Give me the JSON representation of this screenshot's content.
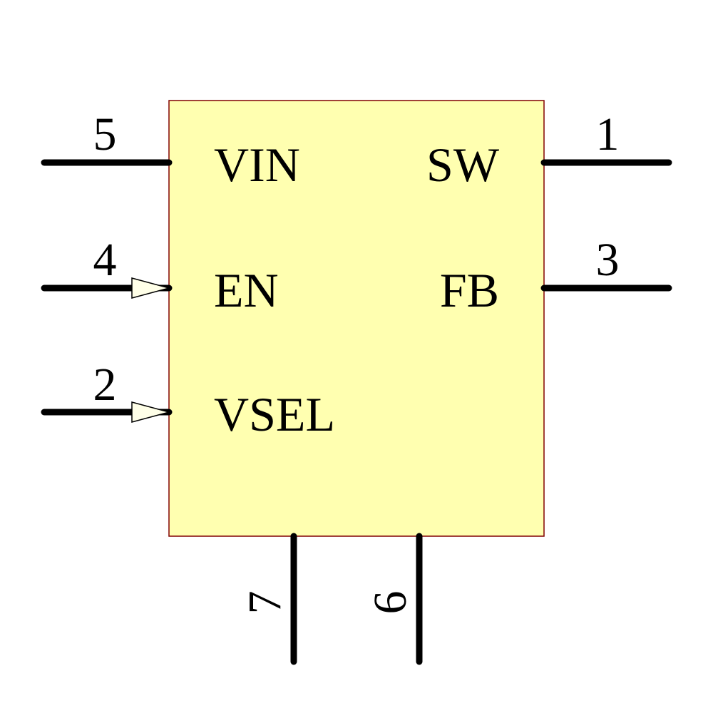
{
  "component": {
    "body_fill": "#ffffb0",
    "body_stroke": "#800000",
    "pins": [
      {
        "number": "5",
        "name": "VIN",
        "side": "left",
        "type": "passive"
      },
      {
        "number": "4",
        "name": "EN",
        "side": "left",
        "type": "input"
      },
      {
        "number": "2",
        "name": "VSEL",
        "side": "left",
        "type": "input"
      },
      {
        "number": "1",
        "name": "SW",
        "side": "right",
        "type": "passive"
      },
      {
        "number": "3",
        "name": "FB",
        "side": "right",
        "type": "passive"
      },
      {
        "number": "7",
        "name": "",
        "side": "bottom",
        "type": "passive"
      },
      {
        "number": "6",
        "name": "",
        "side": "bottom",
        "type": "passive"
      }
    ]
  }
}
